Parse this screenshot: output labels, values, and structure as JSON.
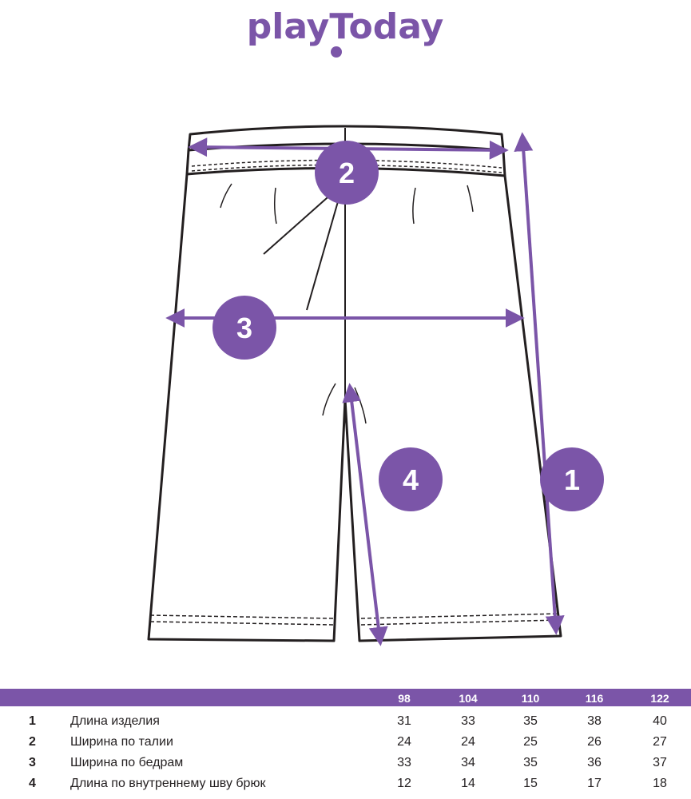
{
  "brand": {
    "logo_text": "playToday",
    "accent_color": "#7b55a8"
  },
  "diagram": {
    "markers": [
      {
        "number": "1"
      },
      {
        "number": "2"
      },
      {
        "number": "3"
      },
      {
        "number": "4"
      }
    ],
    "marker_color": "#7b55a8"
  },
  "size_table": {
    "sizes": [
      "98",
      "104",
      "110",
      "116",
      "122"
    ],
    "rows": [
      {
        "num": "1",
        "label": "Длина изделия",
        "values": [
          "31",
          "33",
          "35",
          "38",
          "40"
        ]
      },
      {
        "num": "2",
        "label": "Ширина по талии",
        "values": [
          "24",
          "24",
          "25",
          "26",
          "27"
        ]
      },
      {
        "num": "3",
        "label": "Ширина по бедрам",
        "values": [
          "33",
          "34",
          "35",
          "36",
          "37"
        ]
      },
      {
        "num": "4",
        "label": "Длина по внутреннему шву брюк",
        "values": [
          "12",
          "14",
          "15",
          "17",
          "18"
        ]
      }
    ]
  }
}
